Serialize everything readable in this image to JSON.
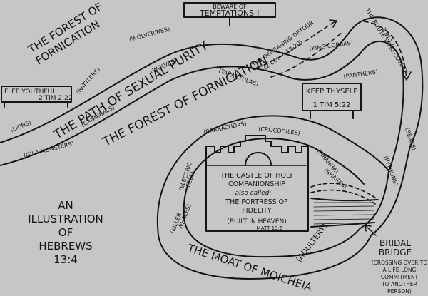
{
  "title": {
    "lines": [
      "AN",
      "ILLUSTRATION",
      "OF",
      "HEBREWS",
      "13:4"
    ]
  },
  "forest_top": {
    "lines": [
      "THE FOREST OF",
      "FORNICATION"
    ]
  },
  "forest_bottom": {
    "label": "THE FOREST OF FORNICATION"
  },
  "path": {
    "label": "THE PATH OF SEXUAL PURITY"
  },
  "signs": {
    "flee": {
      "line1": "FLEE YOUTHFUL",
      "line2": "2 TIM 2:22"
    },
    "beware": {
      "line1": "BEWARE OF",
      "line2": "TEMPTATIONS !"
    },
    "keep": {
      "line1": "KEEP THYSELF",
      "line2": "1 TIM 5:22"
    }
  },
  "detour": {
    "line1": "THE DEMEANING DETOUR",
    "line2": "(2 COR 6:18-20)"
  },
  "route": {
    "line1": "THE ROUTE TO RECOVERY",
    "line2": "1 JN 1:9"
  },
  "dangers": {
    "wolverines": "(WOLVERINES)",
    "rattlers": "(RATTLERS)",
    "lions": "(LIONS)",
    "gila": "(GILA MONSTERS)",
    "cannibals": "(CANNIBALS)",
    "wolves": "(WOLVES)",
    "tarantulas": "(TARANTULAS)",
    "king_cobras": "(KING COBRAS)",
    "panthers": "(PANTHERS)",
    "bears": "(BEARS)",
    "pythons": "(PYTHONS)"
  },
  "moat_creatures": {
    "barracudas": "(BARRACUDAS)",
    "crocodiles": "(CROCODILES)",
    "piranha": "(PIRANHA)",
    "sharks": "(SHARKS)",
    "electric_eels_1": "(ELECTRIC",
    "electric_eels_2": "EELS)",
    "killer_whales_1": "(KILLER",
    "killer_whales_2": "WHALES)"
  },
  "castle": {
    "line1": "THE CASTLE OF HOLY",
    "line2": "COMPANIONSHIP",
    "line3": "also called:",
    "line4": "THE FORTRESS OF",
    "line5": "FIDELITY",
    "line6": "(BUILT IN HEAVEN)",
    "line7": "MATT 19:6"
  },
  "moat": {
    "label": "THE MOAT OF MOICHEIA",
    "paren": "(ADULTERY)"
  },
  "bridge": {
    "title1": "BRIDAL",
    "title2": "BRIDGE",
    "desc1": "(CROSSING OVER TO",
    "desc2": "A LIFE-LONG",
    "desc3": "COMMITMENT",
    "desc4": "TO ANOTHER",
    "desc5": "PERSON)"
  }
}
